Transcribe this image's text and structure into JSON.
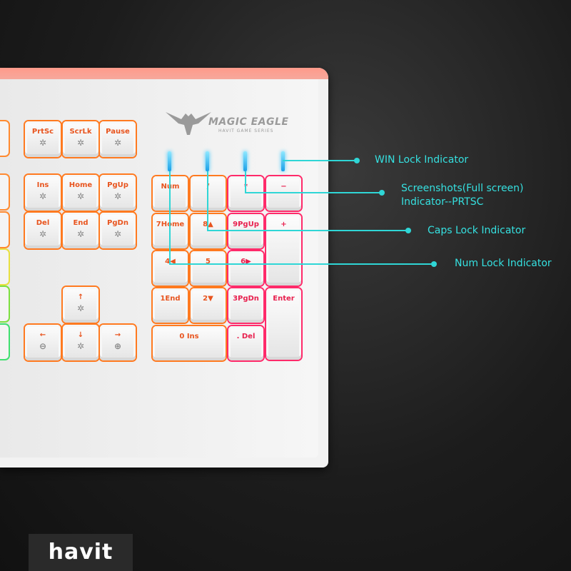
{
  "brand": {
    "logo_text": "MAGIC EAGLE",
    "logo_subtitle": "HAVIT GAME SERIES",
    "watermark": "havit"
  },
  "keys": {
    "function": [
      {
        "label": "PrtSc",
        "sub": "✲"
      },
      {
        "label": "ScrLk",
        "sub": "✲"
      },
      {
        "label": "Pause",
        "sub": "✲"
      }
    ],
    "nav": [
      {
        "label": "Ins",
        "sub": "✲"
      },
      {
        "label": "Home",
        "sub": "✲"
      },
      {
        "label": "PgUp",
        "sub": "✲"
      },
      {
        "label": "Del",
        "sub": "✲"
      },
      {
        "label": "End",
        "sub": "✲"
      },
      {
        "label": "PgDn",
        "sub": "✲"
      }
    ],
    "arrows": [
      {
        "label": "↑",
        "sub": "✲"
      },
      {
        "label": "←",
        "sub": "⊖"
      },
      {
        "label": "↓",
        "sub": "✲"
      },
      {
        "label": "→",
        "sub": "⊕"
      }
    ],
    "numpad": [
      "Num",
      "/",
      "*",
      "−",
      "7Home",
      "8▲",
      "9PgUp",
      "+",
      "4◀",
      "5",
      "6▶",
      "1End",
      "2▼",
      "3PgDn",
      "Enter",
      "0 Ins",
      ". Del"
    ]
  },
  "annotations": {
    "win_lock": "WIN Lock Indicator",
    "screenshots_line1": "Screenshots(Full screen)",
    "screenshots_line2": "Indicator--PRTSC",
    "caps_lock": "Caps Lock Indicator",
    "num_lock": "Num Lock Indicator"
  },
  "colors": {
    "annotation": "#35e0e0",
    "key_backlight_orange": "#ff7a20",
    "key_backlight_pink": "#ff2a6a",
    "led": "#1aa0e8"
  }
}
